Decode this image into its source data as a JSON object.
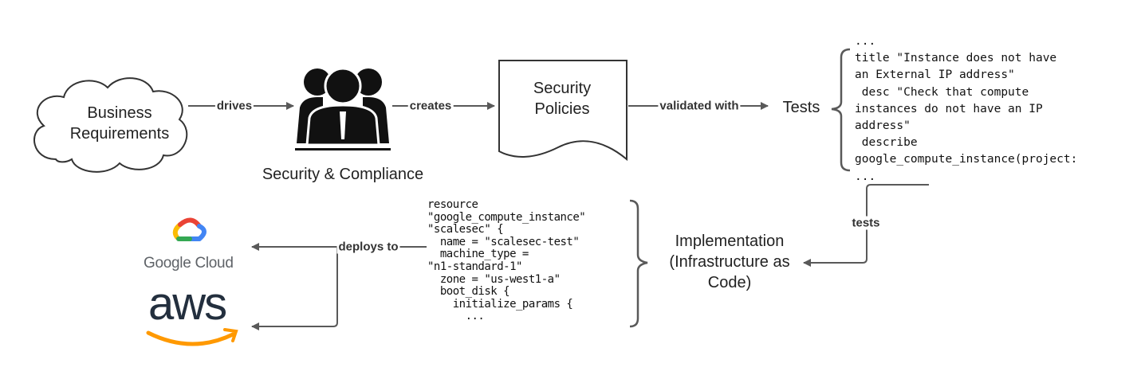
{
  "nodes": {
    "business": "Business Requirements",
    "security_team": "Security & Compliance",
    "policies": "Security Policies",
    "tests": "Tests",
    "implementation": "Implementation (Infrastructure as Code)"
  },
  "edges": {
    "drives": "drives",
    "creates": "creates",
    "validated_with": "validated with",
    "tests": "tests",
    "deploys_to": "deploys to"
  },
  "test_code": "...\ntitle \"Instance does not have\nan External IP address\"\n desc \"Check that compute\ninstances do not have an IP\naddress\"\n describe\ngoogle_compute_instance(project:\n...",
  "iac_code": "resource\n\"google_compute_instance\"\n\"scalesec\" {\n  name = \"scalesec-test\"\n  machine_type =\n\"n1-standard-1\"\n  zone = \"us-west1-a\"\n  boot_disk {\n    initialize_params {\n      ...",
  "logos": {
    "google_cloud": "Google Cloud",
    "aws": "aws"
  },
  "colors": {
    "line": "#595959",
    "aws_orange": "#f90",
    "aws_dark": "#232f3e"
  }
}
